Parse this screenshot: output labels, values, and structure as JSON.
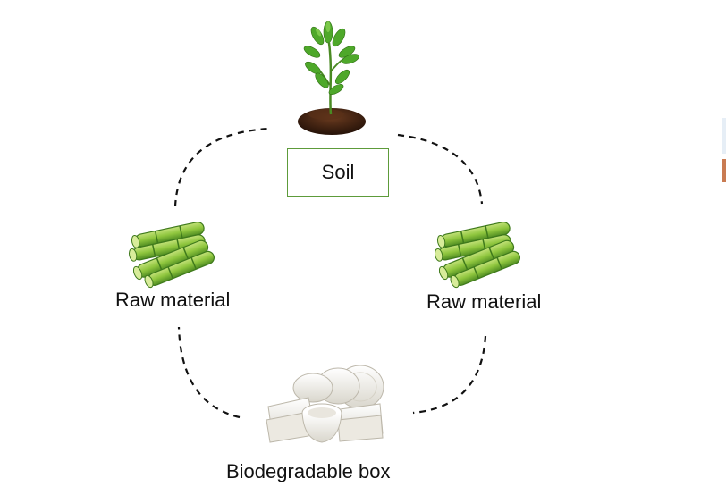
{
  "nodes": {
    "soil": {
      "label": "Soil",
      "image_icon": "plant-in-soil-icon"
    },
    "raw_material_left": {
      "label": "Raw material",
      "image_icon": "sugarcane-icon"
    },
    "raw_material_right": {
      "label": "Raw material",
      "image_icon": "sugarcane-icon"
    },
    "biodegradable_box": {
      "label": "Biodegradable box",
      "image_icon": "tableware-stack-icon"
    }
  },
  "edges": [
    {
      "from": "soil",
      "to": "raw_material_right"
    },
    {
      "from": "raw_material_right",
      "to": "biodegradable_box"
    },
    {
      "from": "biodegradable_box",
      "to": "raw_material_left"
    },
    {
      "from": "raw_material_left",
      "to": "soil"
    }
  ],
  "colors": {
    "soil_box_border": "#5d9b3a",
    "connector": "#111111",
    "cane_green": "#8fc63e",
    "cane_dark": "#3f7a1c",
    "leaf_green": "#4ea82a",
    "soil_brown": "#3a1f10",
    "plate_white": "#f2f0ea"
  }
}
